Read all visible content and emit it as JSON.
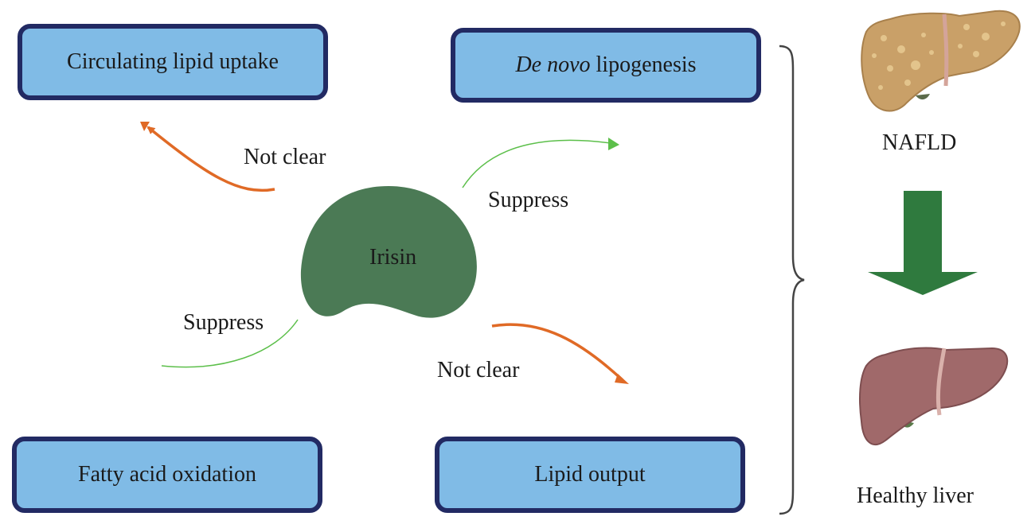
{
  "boxes": {
    "circulating_uptake": "Circulating lipid uptake",
    "de_novo_italic": "De novo",
    "de_novo_rest": " lipogenesis",
    "fatty_acid_oxidation": "Fatty acid oxidation",
    "lipid_output": "Lipid output"
  },
  "center": {
    "label": "Irisin"
  },
  "arrows": {
    "to_uptake": "Not clear",
    "to_dnl": "Suppress",
    "to_fao": "Suppress",
    "to_output": "Not clear"
  },
  "outcome": {
    "from_label": "NAFLD",
    "to_label": "Healthy liver"
  },
  "colors": {
    "box_fill": "#80bbe6",
    "box_border": "#222a63",
    "irisin_fill": "#4b7a55",
    "not_clear_arrow": "#e06a26",
    "suppress_arrow": "#5cbf4a",
    "down_arrow": "#2f7a3e",
    "fatty_liver": "#c9a068",
    "healthy_liver": "#a0696a"
  }
}
